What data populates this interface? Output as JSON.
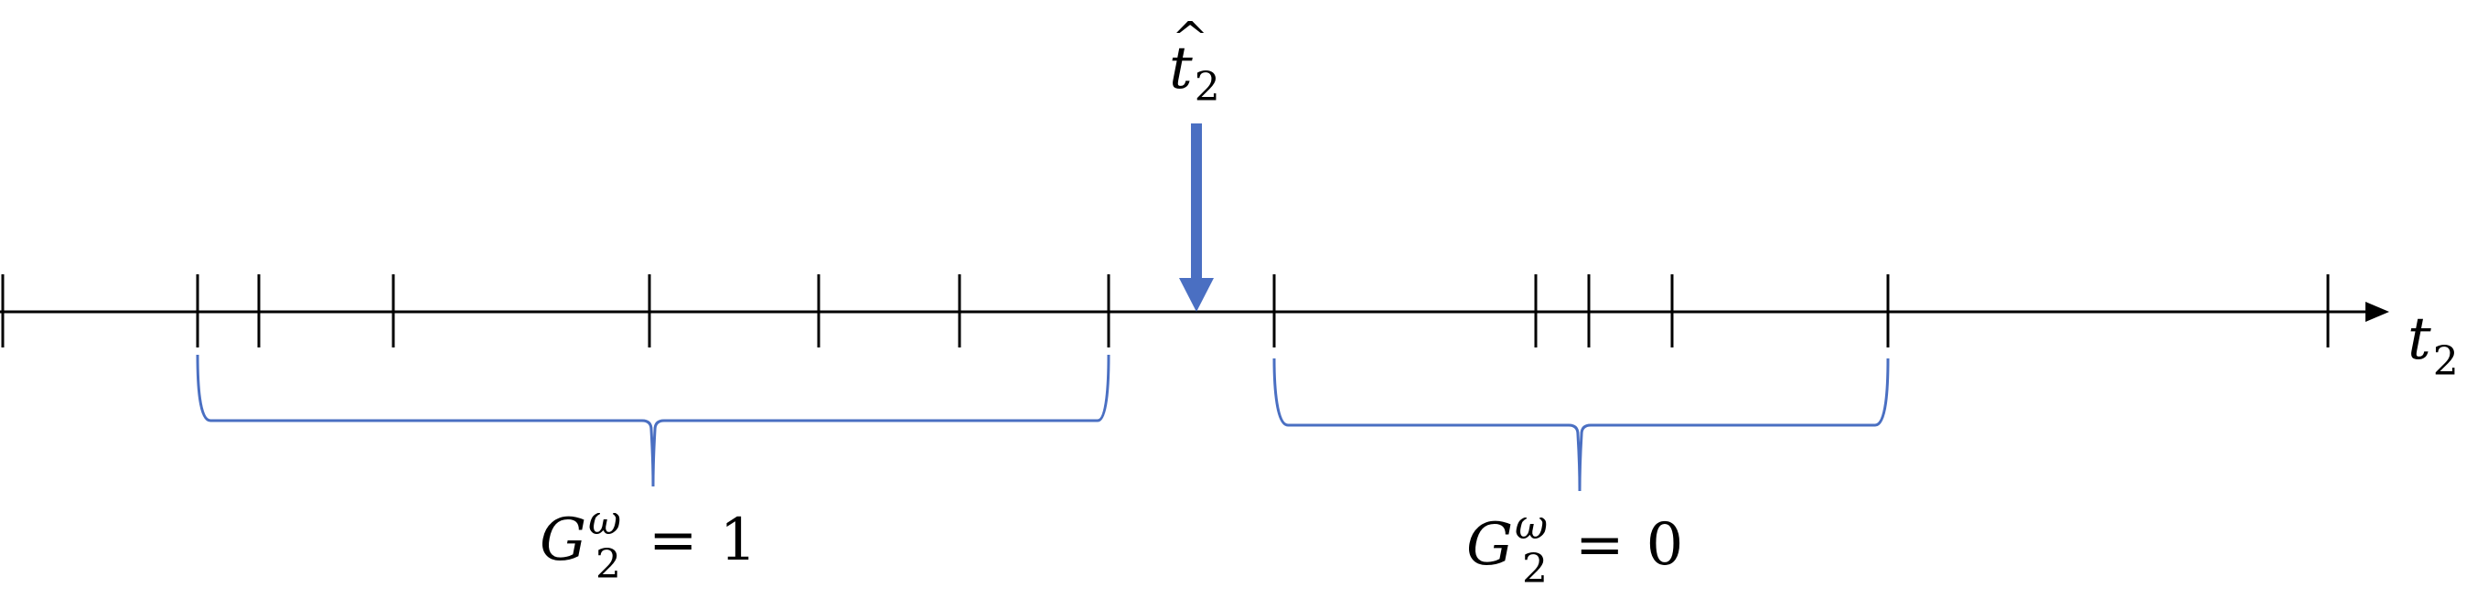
{
  "estimate_marker": {
    "symbol": "t",
    "hat": "^",
    "subscript": "2",
    "color": "#4a6fc2"
  },
  "axis": {
    "symbol": "t",
    "subscript": "2"
  },
  "groups": [
    {
      "symbol": "G",
      "subscript": "2",
      "superscript": "ω",
      "relation": "=",
      "value": "1"
    },
    {
      "symbol": "G",
      "subscript": "2",
      "superscript": "ω",
      "relation": "=",
      "value": "0"
    }
  ],
  "colors": {
    "axis": "#000000",
    "brace": "#4a6fc2",
    "arrow": "#4a6fc2"
  }
}
